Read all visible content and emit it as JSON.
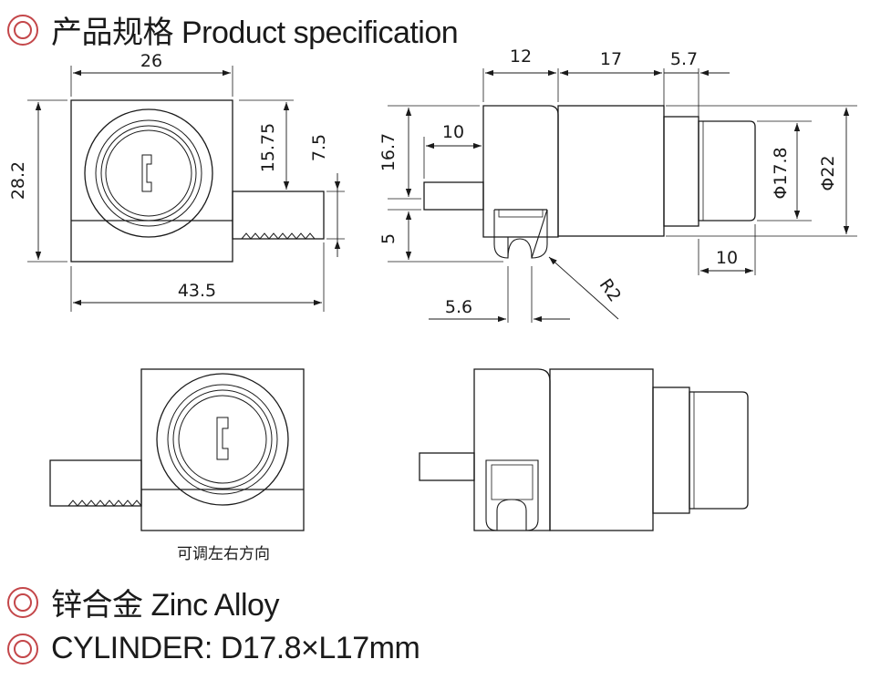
{
  "headings": [
    {
      "text": "产品规格 Product specification",
      "icon": "double-circle-icon"
    },
    {
      "text": "锌合金 Zinc Alloy",
      "icon": "double-circle-icon"
    },
    {
      "text": "CYLINDER: D17.8×L17mm",
      "icon": "double-circle-icon"
    }
  ],
  "accent_color": "#c4474a",
  "front_view_dims": {
    "width_top": "26",
    "height_left": "28.2",
    "tongue_height": "15.75",
    "tongue_offset": "7.5",
    "total_width": "43.5"
  },
  "side_view_dims": {
    "body_depth": "12",
    "cylinder_length": "17",
    "cap_length": "5.7",
    "bar_length": "10",
    "top_height": "16.7",
    "slot_height": "5",
    "slot_width": "5.6",
    "radius": "R2",
    "inner_diameter": "Φ17.8",
    "outer_diameter": "Φ22",
    "cap_width": "10"
  },
  "caption": "可调左右方向"
}
